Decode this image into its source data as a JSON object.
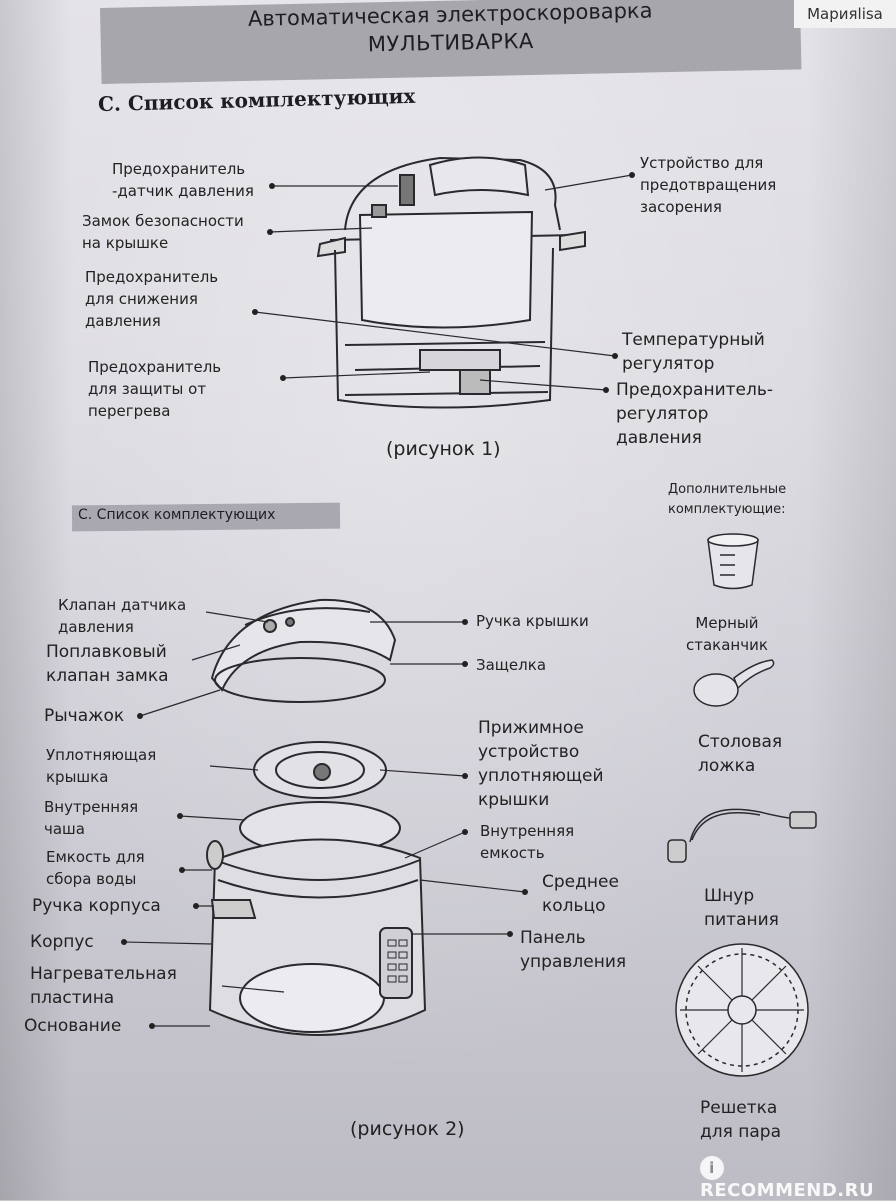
{
  "watermark": {
    "user": "Марияlisa",
    "site": "RECOMMEND.RU",
    "site_mark": "i"
  },
  "header": {
    "line1": "Автоматическая электроскороварка",
    "line2": "МУЛЬТИВАРКА"
  },
  "section1": {
    "title": "С. Список комплектующих",
    "labels": {
      "fuse_pressure_sensor": [
        "Предохранитель",
        "-датчик давления"
      ],
      "lid_lock": [
        "Замок безопасности",
        "на крышке"
      ],
      "pressure_relief_fuse": [
        "Предохранитель",
        "для снижения",
        "давления"
      ],
      "overheat_fuse": [
        "Предохранитель",
        "для защиты от",
        "перегрева"
      ],
      "anti_clog": [
        "Устройство для",
        "предотвращения",
        "засорения"
      ],
      "thermo_regulator": [
        "Температурный",
        "регулятор"
      ],
      "pressure_regulator_fuse": [
        "Предохранитель-",
        "регулятор",
        "давления"
      ]
    },
    "caption": "(рисунок 1)"
  },
  "section2": {
    "title": "С. Список комплектующих",
    "accessories_header": [
      "Дополнительные",
      "комплектующие:"
    ],
    "labels": {
      "pressure_sensor_valve": [
        "Клапан датчика",
        "давления"
      ],
      "float_lock_valve": [
        "Поплавковый",
        "клапан замка"
      ],
      "lever": [
        "Рычажок"
      ],
      "sealing_lid": [
        "Уплотняющая",
        "крышка"
      ],
      "inner_bowl": [
        "Внутренняя",
        "чаша"
      ],
      "water_tank": [
        "Емкость для",
        "сбора воды"
      ],
      "body_handle": [
        "Ручка корпуса"
      ],
      "body": [
        "Корпус"
      ],
      "heating_plate": [
        "Нагревательная",
        "пластина"
      ],
      "base": [
        "Основание"
      ],
      "lid_handle": [
        "Ручка крышки"
      ],
      "latch": [
        "Защелка"
      ],
      "seal_clamp": [
        "Прижимное",
        "устройство",
        "уплотняющей",
        "крышки"
      ],
      "inner_container": [
        "Внутренняя",
        "емкость"
      ],
      "middle_ring": [
        "Среднее",
        "кольцо"
      ],
      "control_panel": [
        "Панель",
        "управления"
      ]
    },
    "accessories": {
      "measuring_cup": [
        "Мерный",
        "стаканчик"
      ],
      "spoon": [
        "Столовая",
        "ложка"
      ],
      "power_cord": [
        "Шнур",
        "питания"
      ],
      "steam_rack": [
        "Решетка",
        "для пара"
      ]
    },
    "caption": "(рисунок 2)"
  }
}
